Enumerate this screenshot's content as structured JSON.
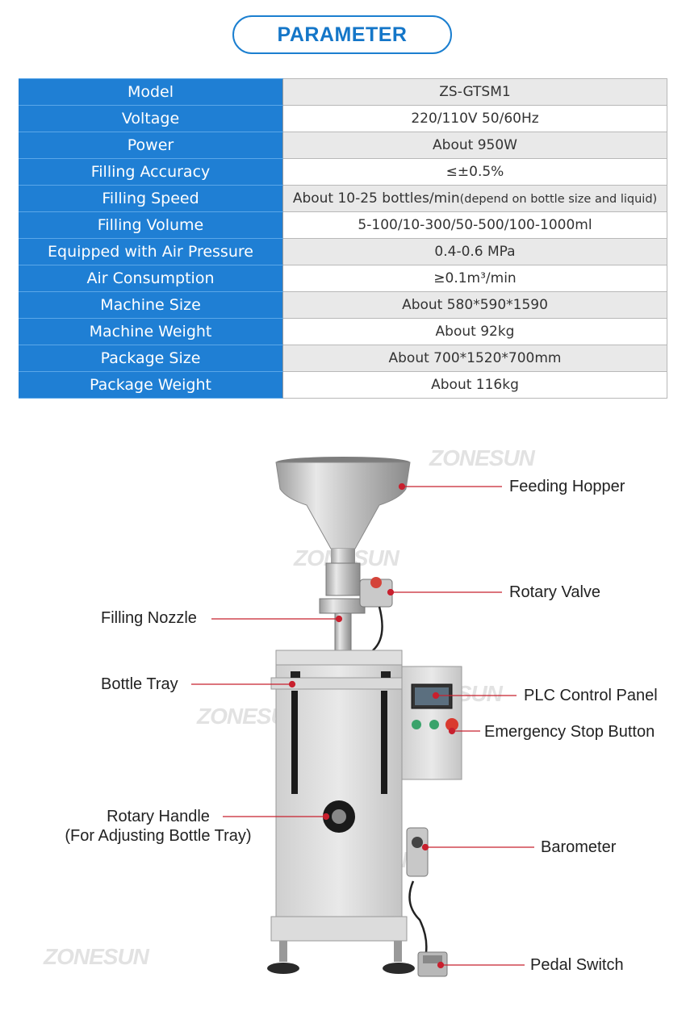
{
  "header": {
    "title": "PARAMETER"
  },
  "params": [
    {
      "key": "Model",
      "value": "ZS-GTSM1"
    },
    {
      "key": "Voltage",
      "value": "220/110V 50/60Hz"
    },
    {
      "key": "Power",
      "value": "About 950W"
    },
    {
      "key": "Filling Accuracy",
      "value": "≤±0.5%"
    },
    {
      "key": "Filling Speed",
      "value": "About 10-25 bottles/min",
      "note": "(depend on bottle size and liquid)"
    },
    {
      "key": "Filling Volume",
      "value": "5-100/10-300/50-500/100-1000ml"
    },
    {
      "key": "Equipped with Air Pressure",
      "value": "0.4-0.6 MPa"
    },
    {
      "key": "Air Consumption",
      "value": "≥0.1m³/min"
    },
    {
      "key": "Machine Size",
      "value": "About 580*590*1590"
    },
    {
      "key": "Machine Weight",
      "value": "About 92kg"
    },
    {
      "key": "Package Size",
      "value": "About 700*1520*700mm"
    },
    {
      "key": "Package Weight",
      "value": "About 116kg"
    }
  ],
  "watermark": "ZONESUN",
  "callouts": {
    "feeding_hopper": "Feeding Hopper",
    "rotary_valve": "Rotary Valve",
    "filling_nozzle": "Filling Nozzle",
    "bottle_tray": "Bottle Tray",
    "plc_panel": "PLC Control Panel",
    "emergency_stop": "Emergency Stop Button",
    "rotary_handle": "Rotary Handle",
    "rotary_handle_note": "(For Adjusting Bottle Tray)",
    "barometer": "Barometer",
    "pedal_switch": "Pedal Switch"
  },
  "colors": {
    "accent": "#1f7fd4",
    "callout_line": "#c8202e"
  }
}
